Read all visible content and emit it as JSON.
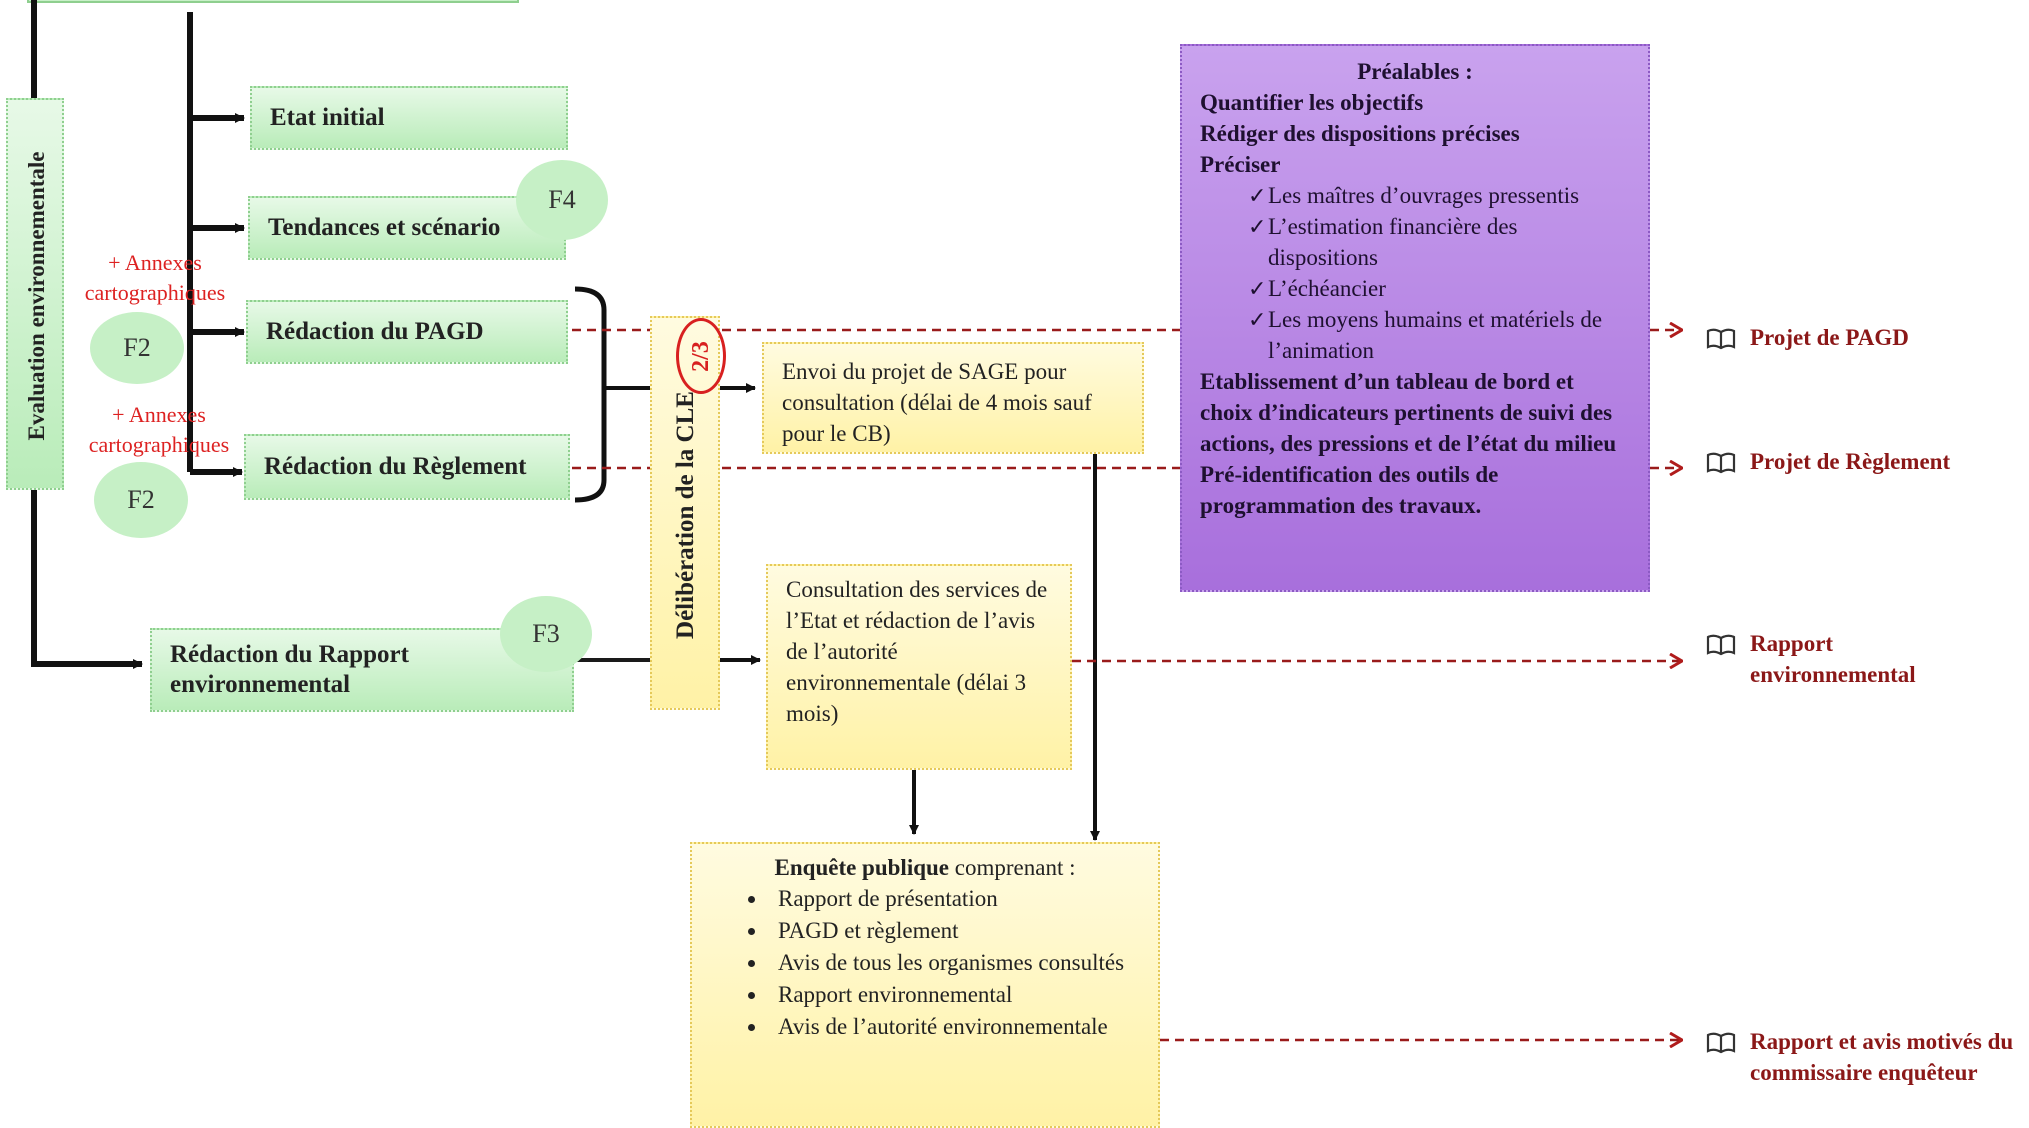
{
  "evaluation_label": "Evaluation environnementale",
  "steps": {
    "etat_initial": "Etat initial",
    "tendances": "Tendances et scénario",
    "pagd": "Rédaction du PAGD",
    "reglement": "Rédaction du Règlement",
    "rapport": "Rédaction du Rapport environnemental"
  },
  "ovals": {
    "f4": "F4",
    "f2_a": "F2",
    "f2_b": "F2",
    "f3": "F3"
  },
  "annexes": {
    "a": "+ Annexes cartographiques",
    "b": "+ Annexes cartographiques"
  },
  "deliberation": {
    "label": "Délibération de la CLE",
    "badge": "2/3"
  },
  "envoi": "Envoi du projet de SAGE pour consultation (délai de 4 mois sauf pour le CB)",
  "consultation": "Consultation des services de l’Etat et rédaction de l’avis de l’autorité environnementale (délai 3 mois)",
  "prealables": {
    "title": "Préalables :",
    "line1": "Quantifier les objectifs",
    "line2": "Rédiger des dispositions précises",
    "line3": "Préciser",
    "checks": [
      "Les maîtres d’ouvrages pressentis",
      "L’estimation financière des dispositions",
      "L’échéancier",
      "Les moyens humains et matériels de l’animation"
    ],
    "para1": "Etablissement d’un tableau de bord et choix d’indicateurs pertinents de suivi des actions, des pressions et de l’état du milieu",
    "para2": "Pré-identification des outils de programmation des travaux."
  },
  "enquete": {
    "title_bold": "Enquête publique",
    "title_rest": " comprenant :",
    "items": [
      "Rapport de présentation",
      "PAGD et règlement",
      "Avis de tous les organismes consultés",
      "Rapport environnemental",
      "Avis de l’autorité environnementale"
    ]
  },
  "outputs": {
    "pagd": "Projet de PAGD",
    "reglement": "Projet de Règlement",
    "rapport": "Rapport environnemental",
    "avis": "Rapport et avis motivés du commissaire enquêteur"
  },
  "colors": {
    "green": "#b9ecb9",
    "yellow": "#fff2a6",
    "purple": "#a86fdc",
    "dashed": "#8b1818",
    "annex": "#d22222"
  }
}
